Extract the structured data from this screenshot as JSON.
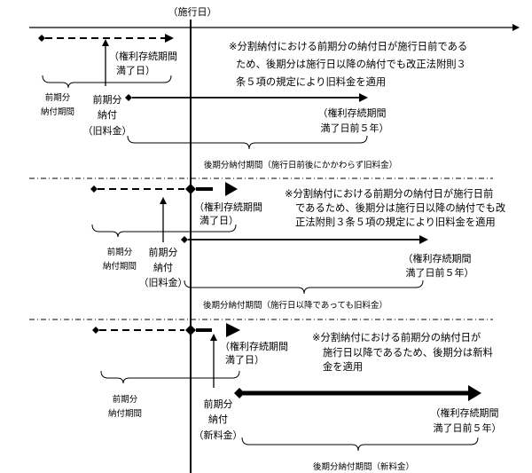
{
  "header": {
    "effective_date_label": "（施行日）"
  },
  "colors": {
    "ink": "#000000",
    "background": "#ffffff"
  },
  "sections": [
    {
      "expiry_label": [
        "（権利存続期間",
        "満了日）"
      ],
      "first_period_label": [
        "前期分",
        "納付期間"
      ],
      "first_payment_label": [
        "前期分",
        "納付",
        "（旧料金）"
      ],
      "five_years_label": [
        "（権利存続期間",
        "満了日前５年）"
      ],
      "second_period_label": "後期分納付期間（施行日前後にかかわらず旧料金）",
      "note": [
        "※分割納付における前期分の納付日が施行日前である",
        "ため、後期分は施行日以降の納付でも改正法附則３",
        "条５項の規定により旧料金を適用"
      ]
    },
    {
      "expiry_label": [
        "（権利存続期間",
        "満了日）"
      ],
      "first_period_label": [
        "前期分",
        "納付期間"
      ],
      "first_payment_label": [
        "前期分",
        "納付",
        "（旧料金）"
      ],
      "five_years_label": [
        "（権利存続期間",
        "満了日前５年）"
      ],
      "second_period_label": "後期分納付期間（施行日以降であっても旧料金）",
      "note": [
        "※分割納付における前期分の納付日が施行日前",
        "であるため、後期分は施行日以降の納付でも改",
        "正法附則３条５項の規定により旧料金を適用"
      ]
    },
    {
      "expiry_label": [
        "（権利存続期間",
        "満了日）"
      ],
      "first_period_label": [
        "前期分",
        "納付期間"
      ],
      "first_payment_label": [
        "前期分",
        "納付",
        "（新料金）"
      ],
      "five_years_label": [
        "（権利存続期間",
        "満了日前５年）"
      ],
      "second_period_label": "後期分納付期間（新料金）",
      "note": [
        "※分割納付における前期分の納付日が",
        "施行日以降であるため、後期分は新料",
        "金を適用"
      ]
    }
  ]
}
